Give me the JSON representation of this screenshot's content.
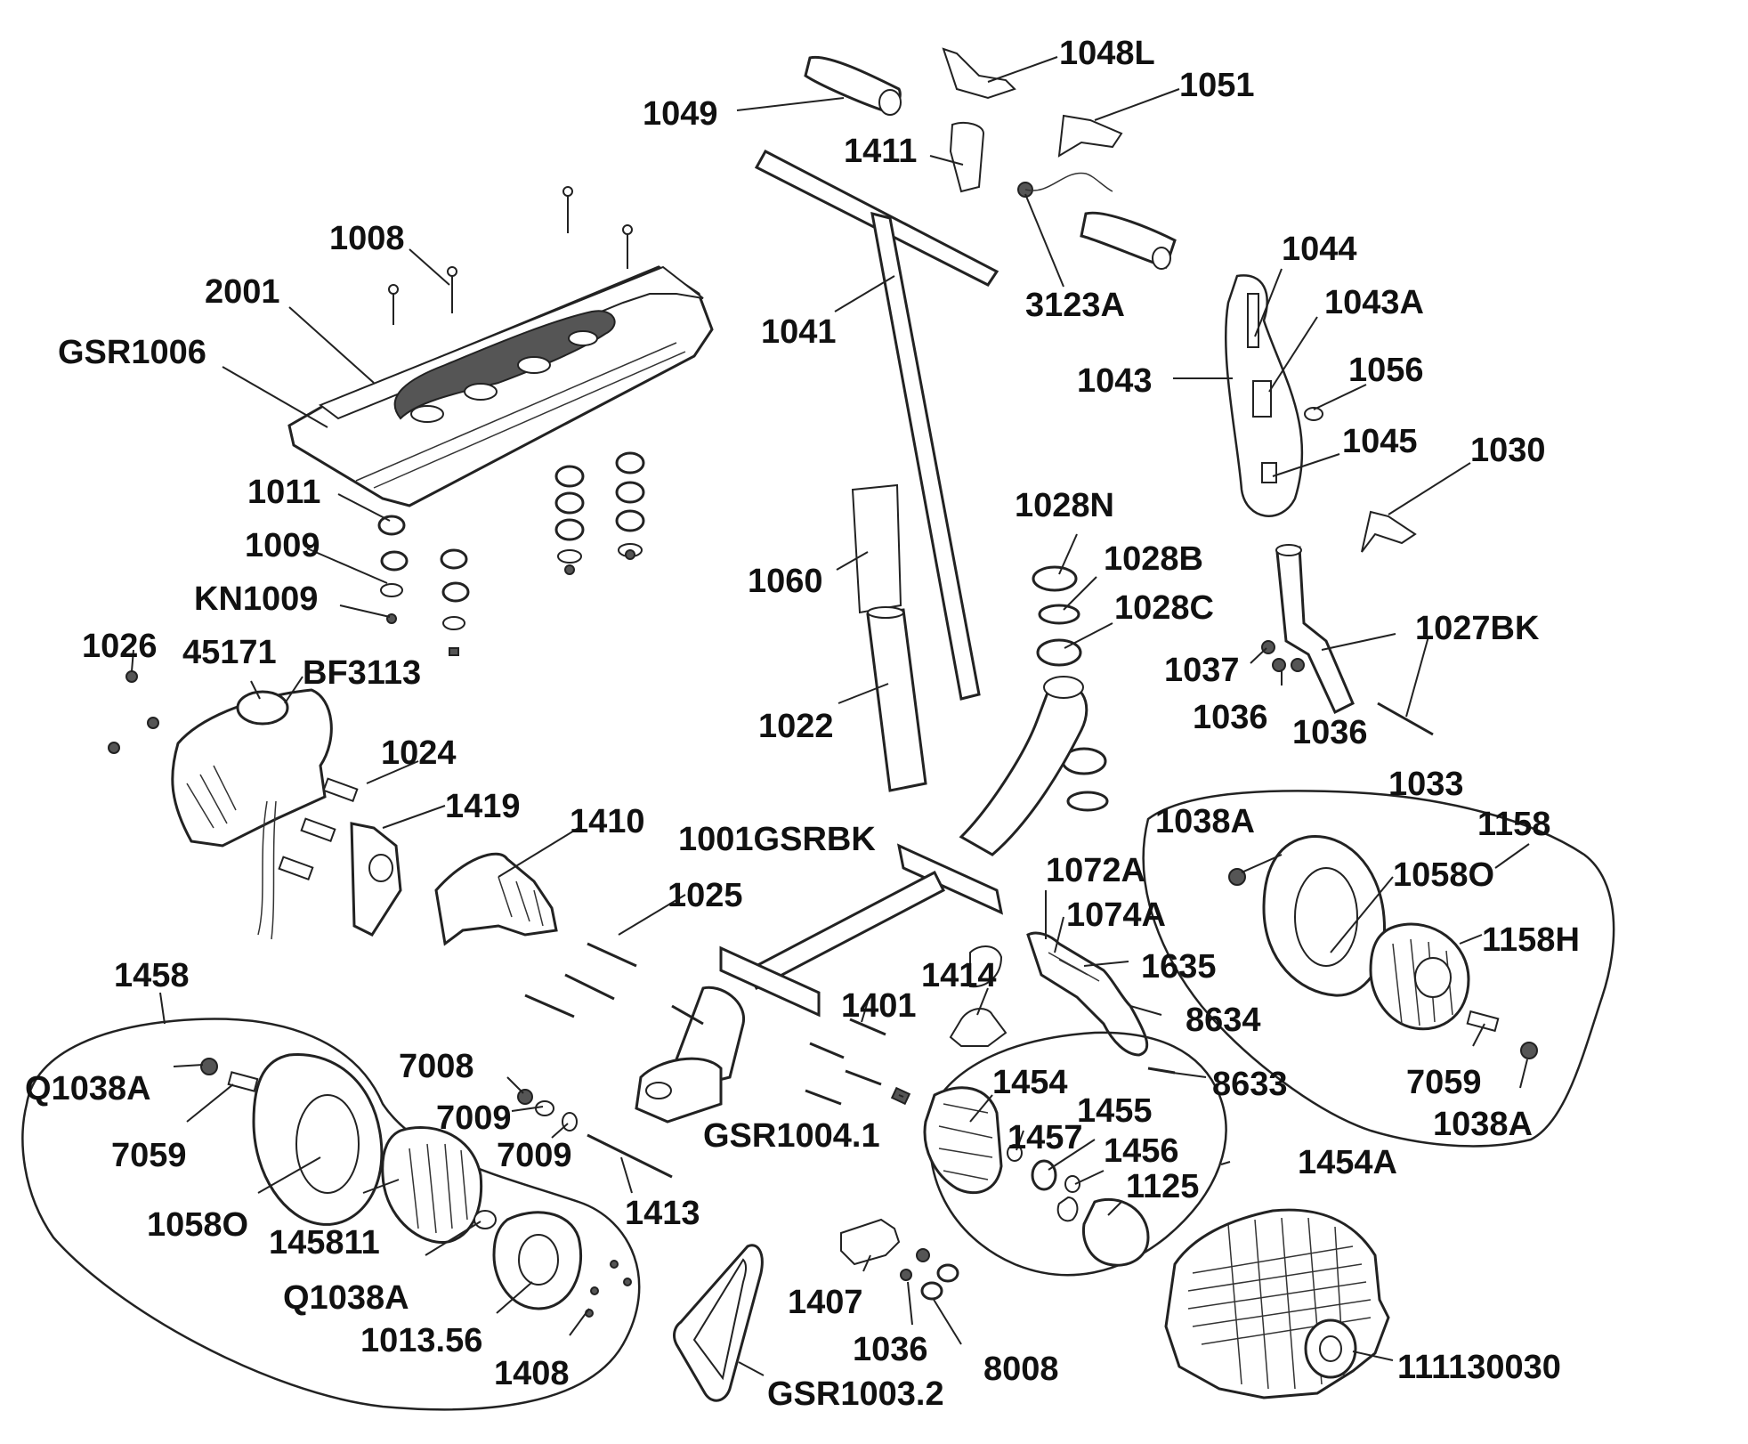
{
  "colors": {
    "ink": "#111111",
    "background": "#ffffff"
  },
  "labels": [
    "1049",
    "1048L",
    "1051",
    "1411",
    "3123A",
    "1008",
    "2001",
    "GSR1006",
    "1041",
    "1044",
    "1043A",
    "1043",
    "1056",
    "1045",
    "1030",
    "1011",
    "1009",
    "KN1009",
    "1026",
    "45171",
    "BF3113",
    "1060",
    "1028N",
    "1028B",
    "1028C",
    "1037",
    "1027BK",
    "1036",
    "1036",
    "1033",
    "1022",
    "1024",
    "1419",
    "1410",
    "1001GSRBK",
    "1038A",
    "1158",
    "1058O",
    "1158H",
    "1072A",
    "1074A",
    "1635",
    "8634",
    "8633",
    "7059",
    "1038A",
    "1025",
    "1458",
    "1414",
    "1401",
    "1454",
    "1455",
    "1457",
    "1456",
    "1454A",
    "1125",
    "7008",
    "7009",
    "7009",
    "Q1038A",
    "7059",
    "1058O",
    "145811",
    "1413",
    "GSR1004.1",
    "Q1038A",
    "1013.56",
    "1408",
    "1407",
    "1036",
    "8008",
    "GSR1003.2",
    "111130030"
  ]
}
